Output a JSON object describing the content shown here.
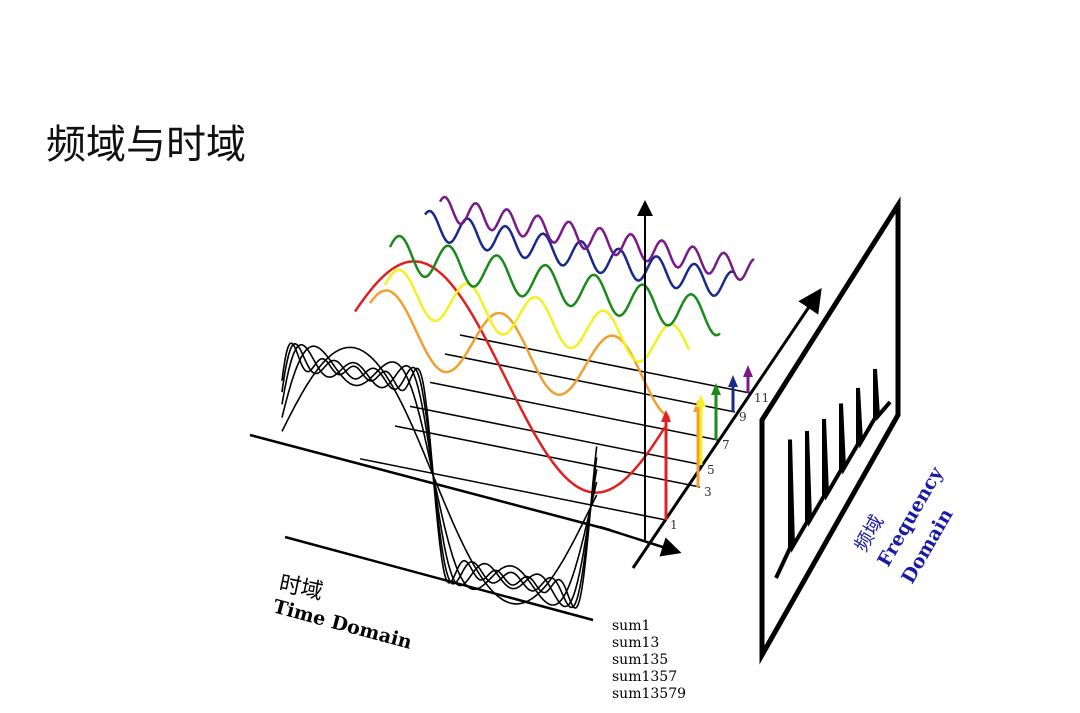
{
  "title": "频域与时域",
  "time_domain": {
    "label_cn": "时域",
    "label_en": "Time Domain"
  },
  "frequency_domain": {
    "label_cn": "频域",
    "label_en_1": "Frequency",
    "label_en_2": "Domain",
    "color": "#1a1aa6"
  },
  "sum_labels": [
    "sum1",
    "sum13",
    "sum135",
    "sum1357",
    "sum13579"
  ],
  "harmonics": [
    {
      "n": "1",
      "color": "#e02020"
    },
    {
      "n": "3",
      "color": "#f0a030"
    },
    {
      "n": "5",
      "color": "#f5f020"
    },
    {
      "n": "7",
      "color": "#1a8a1a"
    },
    {
      "n": "9",
      "color": "#1a2a8a"
    },
    {
      "n": "11",
      "color": "#7a1a8a"
    }
  ]
}
